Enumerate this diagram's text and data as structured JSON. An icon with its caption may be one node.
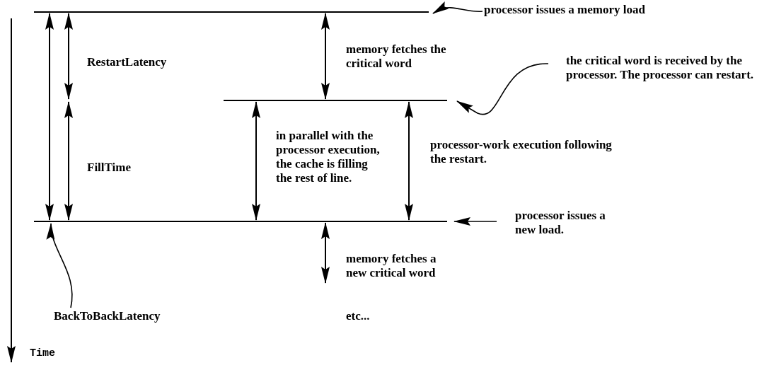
{
  "diagram": {
    "nodes": [
      {
        "text": [
          "processor issues a memory load"
        ]
      },
      {
        "text": [
          "the critical word is received by the processor. The processor can restart."
        ]
      },
      {
        "text": [
          "processor issues a new load."
        ]
      },
      {
        "text": [
          "BackToBackLatency"
        ]
      }
    ],
    "edges": [
      {
        "from": 0,
        "to": null,
        "arrow": "to"
      },
      {
        "from": 1,
        "to": null,
        "arrow": "to"
      },
      {
        "from": 2,
        "to": null,
        "arrow": "to"
      },
      {
        "from": 3,
        "to": null,
        "arrow": "to"
      }
    ],
    "labels": [
      "RestartLatency",
      "memory fetches the critical word",
      "FillTime",
      "in parallel with the processor execution, the cache is filling the rest of line.",
      "processor-work execution following the restart.",
      "memory fetches a new critical word",
      "etc...",
      "Time"
    ]
  }
}
